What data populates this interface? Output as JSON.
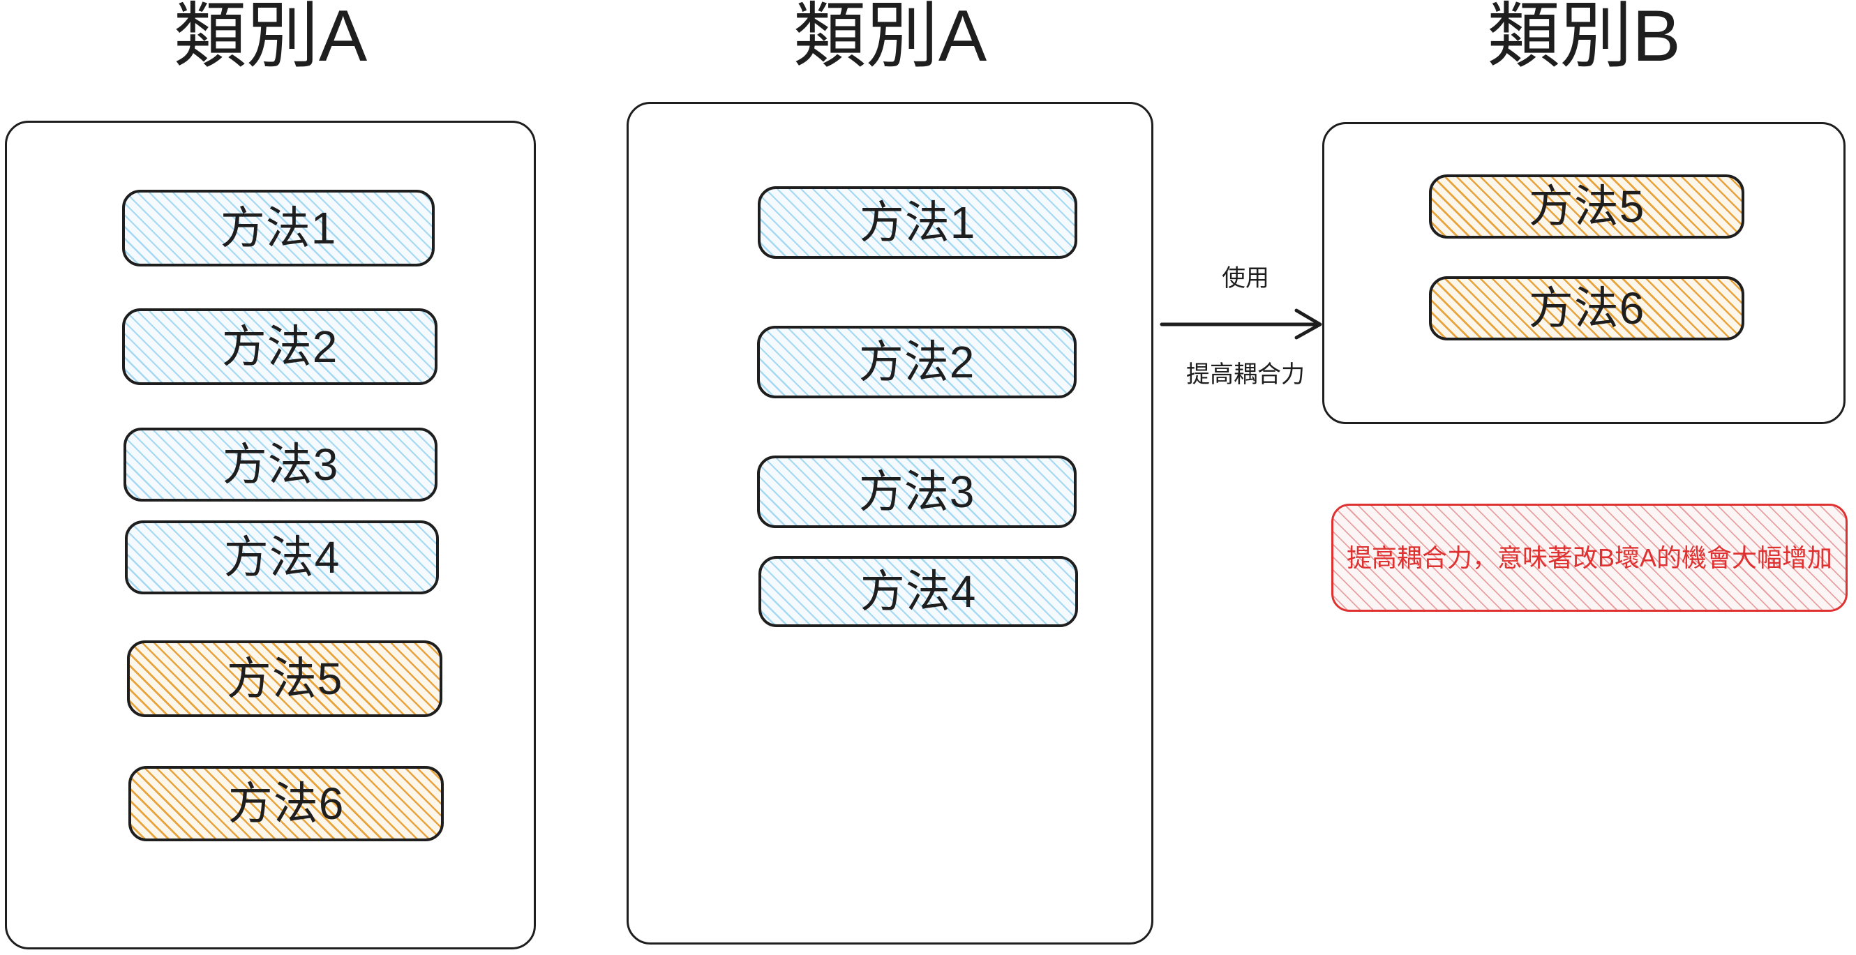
{
  "diagram": {
    "background": "#ffffff",
    "stroke_color": "#1e1e1e",
    "blue_fill": "#a5d8f3",
    "orange_fill": "#e8a33d",
    "red_accent": "#e03131"
  },
  "panels": [
    {
      "id": "class-a-before",
      "title": "類別A",
      "methods": [
        {
          "label": "方法1",
          "style": "blue"
        },
        {
          "label": "方法2",
          "style": "blue"
        },
        {
          "label": "方法3",
          "style": "blue"
        },
        {
          "label": "方法4",
          "style": "blue"
        },
        {
          "label": "方法5",
          "style": "orange"
        },
        {
          "label": "方法6",
          "style": "orange"
        }
      ]
    },
    {
      "id": "class-a-after",
      "title": "類別A",
      "methods": [
        {
          "label": "方法1",
          "style": "blue"
        },
        {
          "label": "方法2",
          "style": "blue"
        },
        {
          "label": "方法3",
          "style": "blue"
        },
        {
          "label": "方法4",
          "style": "blue"
        }
      ]
    },
    {
      "id": "class-b",
      "title": "類別B",
      "methods": [
        {
          "label": "方法5",
          "style": "orange"
        },
        {
          "label": "方法6",
          "style": "orange"
        }
      ]
    }
  ],
  "arrow": {
    "label_above": "使用",
    "label_below": "提高耦合力",
    "direction": "right"
  },
  "note": {
    "text": "提高耦合力，意味著改B壞A的機會大幅增加",
    "color": "#e03131"
  }
}
